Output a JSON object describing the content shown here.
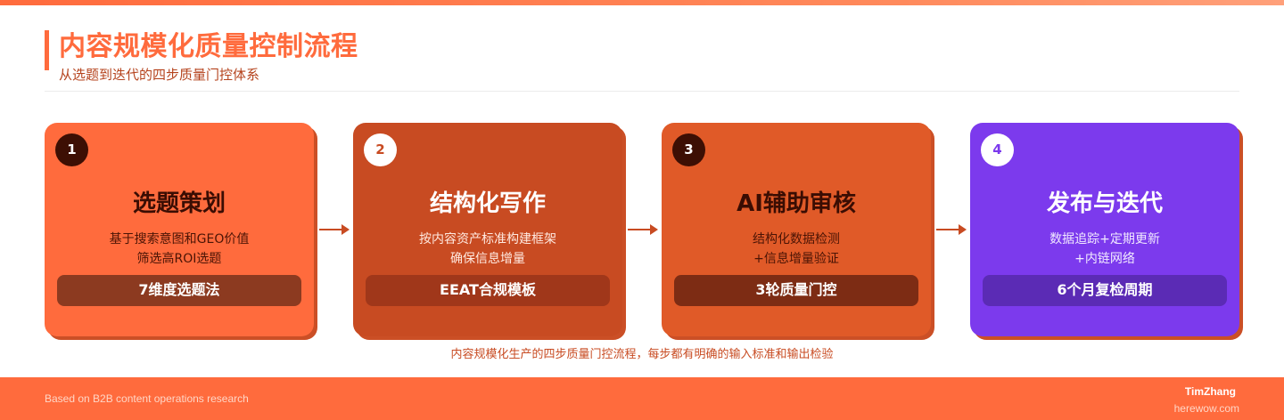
{
  "header": {
    "title": "内容规模化质量控制流程",
    "subtitle": "从选题到迭代的四步质量门控体系"
  },
  "colors": {
    "primary": "#ff6b3d",
    "dark_orange": "#c84b22",
    "mid_orange": "#e05a28",
    "purple": "#7c3aed",
    "shadow": "#cb4f26"
  },
  "steps": [
    {
      "number": "1",
      "title": "选题策划",
      "desc_line1": "基于搜索意图和GEO价值",
      "desc_line2": "筛选高ROI选题",
      "badge": "7维度选题法"
    },
    {
      "number": "2",
      "title": "结构化写作",
      "desc_line1": "按内容资产标准构建框架",
      "desc_line2": "确保信息增量",
      "badge": "EEAT合规模板"
    },
    {
      "number": "3",
      "title": "AI辅助审核",
      "desc_line1": "结构化数据检测",
      "desc_line2": "+信息增量验证",
      "badge": "3轮质量门控"
    },
    {
      "number": "4",
      "title": "发布与迭代",
      "desc_line1": "数据追踪+定期更新",
      "desc_line2": "+内链网络",
      "badge": "6个月复检周期"
    }
  ],
  "caption": "内容规模化生产的四步质量门控流程，每步都有明确的输入标准和输出检验",
  "footer": {
    "source": "Based on B2B content operations research",
    "author": "TimZhang",
    "site": "herewow.com"
  }
}
